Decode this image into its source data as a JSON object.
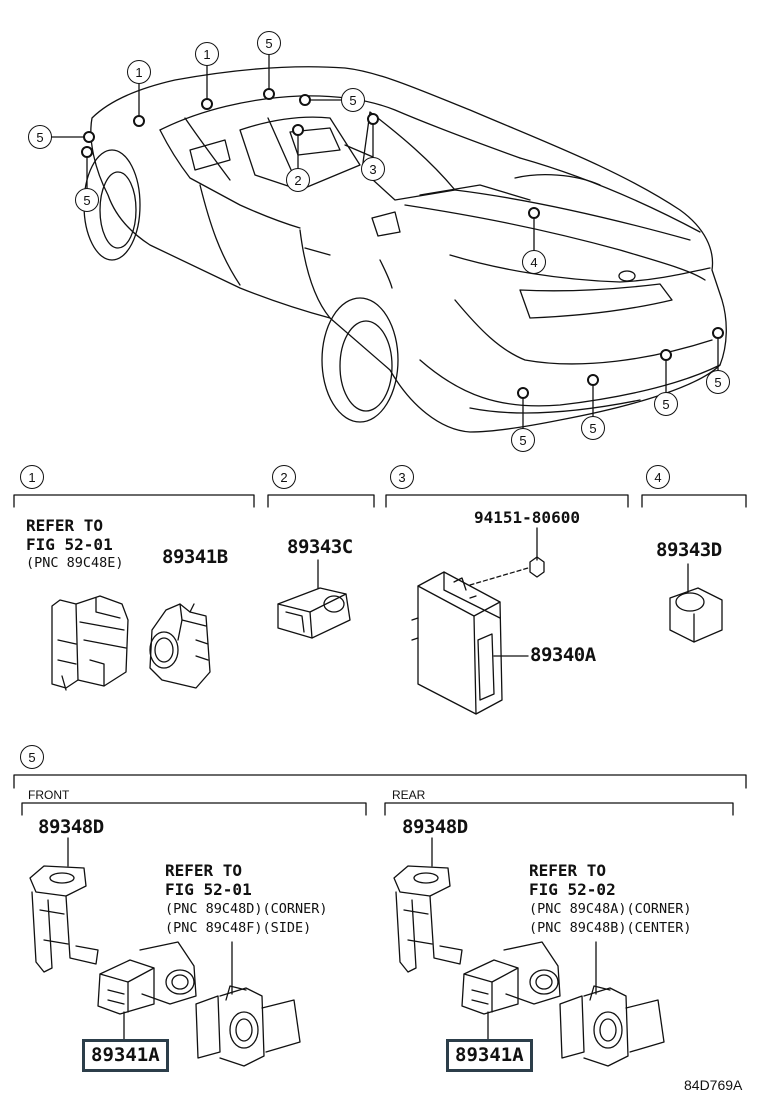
{
  "callouts": {
    "c1": "1",
    "c2": "2",
    "c3": "3",
    "c4": "4",
    "c5": "5"
  },
  "section1": {
    "number": "1",
    "refer_line1": "REFER TO",
    "refer_line2": "FIG 52-01",
    "refer_line3": "(PNC 89C48E)",
    "part_b": "89341B"
  },
  "section2": {
    "number": "2",
    "part": "89343C"
  },
  "section3": {
    "number": "3",
    "nut_part": "94151-80600",
    "ecu_part": "89340A"
  },
  "section4": {
    "number": "4",
    "part": "89343D"
  },
  "section5": {
    "number": "5",
    "front": {
      "label": "FRONT",
      "bracket_part": "89348D",
      "refer_line1": "REFER TO",
      "refer_line2": "FIG 52-01",
      "pnc_line1": "(PNC 89C48D)(CORNER)",
      "pnc_line2": "(PNC 89C48F)(SIDE)",
      "sensor_part": "89341A"
    },
    "rear": {
      "label": "REAR",
      "bracket_part": "89348D",
      "refer_line1": "REFER TO",
      "refer_line2": "FIG 52-02",
      "pnc_line1": "(PNC 89C48A)(CORNER)",
      "pnc_line2": "(PNC 89C48B)(CENTER)",
      "sensor_part": "89341A"
    }
  },
  "illustration_code": "84D769A"
}
